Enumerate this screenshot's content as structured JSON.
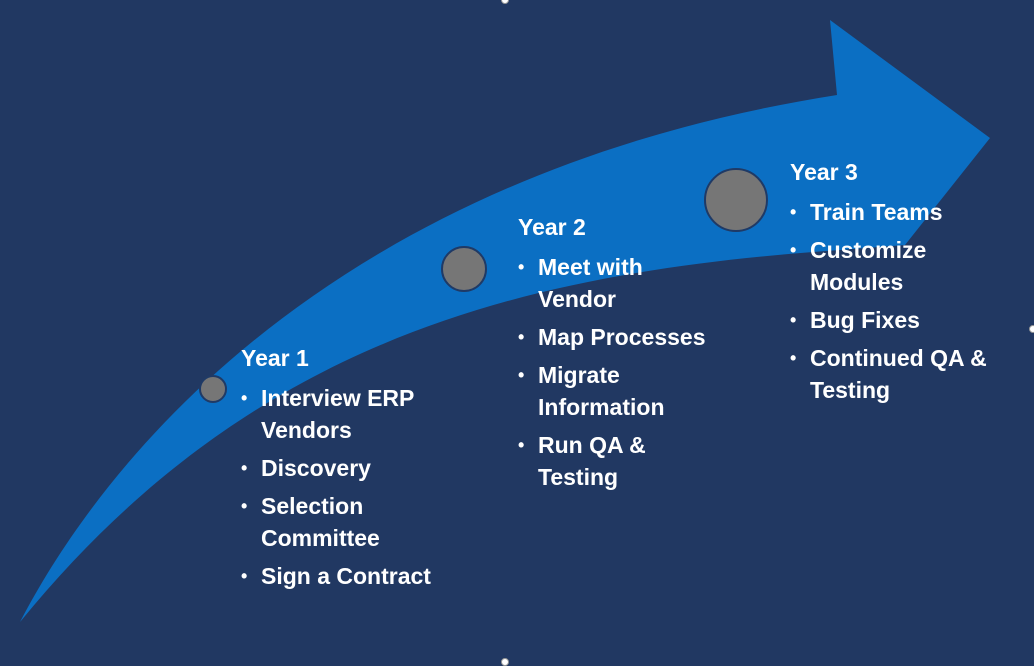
{
  "colors": {
    "background": "#213862",
    "arrow": "#0b6fc3",
    "milestone": "#767676"
  },
  "years": [
    {
      "title": "Year 1",
      "items": [
        "Interview ERP Vendors",
        "Discovery",
        "Selection Committee",
        "Sign a Contract"
      ]
    },
    {
      "title": "Year 2",
      "items": [
        "Meet with Vendor",
        "Map Processes",
        "Migrate Information",
        "Run QA & Testing"
      ]
    },
    {
      "title": "Year 3",
      "items": [
        "Train Teams",
        "Customize Modules",
        "Bug Fixes",
        "Continued QA & Testing"
      ]
    }
  ]
}
